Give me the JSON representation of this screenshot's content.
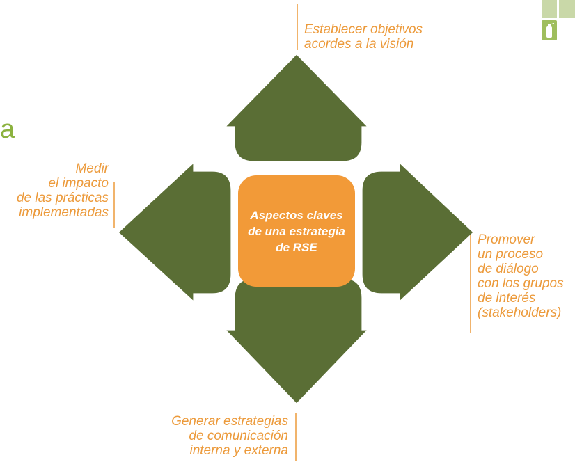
{
  "diagram": {
    "center_label": "Aspectos claves\nde una estrategia\nde RSE",
    "items": [
      {
        "position": "top",
        "text": "Establecer objetivos\nacordes a la visión"
      },
      {
        "position": "left",
        "text": "Medir\nel impacto\nde las prácticas\nimplementadas"
      },
      {
        "position": "right",
        "text": "Promover\nun proceso\nde diálogo\ncon los grupos\nde interés\n(stakeholders)"
      },
      {
        "position": "bottom",
        "text": "Generar estrategias\nde comunicación\ninterna y externa"
      }
    ]
  },
  "page": {
    "partial_title": "a"
  },
  "colors": {
    "arrow_green": "#5a6e35",
    "center_orange": "#f29a38",
    "label_orange": "#ec9a3b",
    "title_green": "#8cb23f",
    "logo_light": "#c9d8a8",
    "logo_dark": "#9fbe5d"
  },
  "icons": {
    "corner_logo": "fire-extinguisher-icon"
  }
}
